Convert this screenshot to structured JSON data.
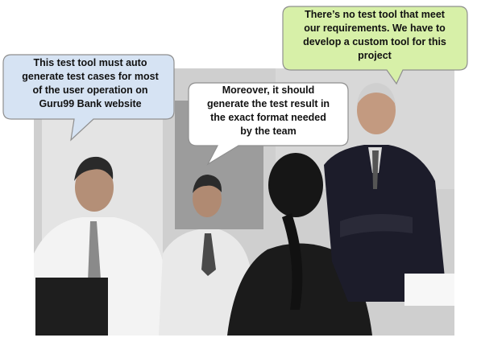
{
  "bubbles": [
    {
      "id": "b1",
      "fill": "#d6e3f3",
      "lines": [
        "This test tool must auto",
        "generate test cases for  most",
        "of the user operation on",
        "Guru99 Bank website"
      ]
    },
    {
      "id": "b2",
      "fill": "#ffffff",
      "lines": [
        "Moreover, it should",
        "generate the test result in",
        "the exact format needed",
        "by the team"
      ]
    },
    {
      "id": "b3",
      "fill": "#d7f0a8",
      "lines": [
        "There’s no test tool that meet",
        "our requirements. We have to",
        "develop a custom tool for this",
        "project"
      ]
    }
  ],
  "colors": {
    "bubble_stroke": "#8f8f8f",
    "photo_background": "#cccccc",
    "text": "#111111"
  }
}
